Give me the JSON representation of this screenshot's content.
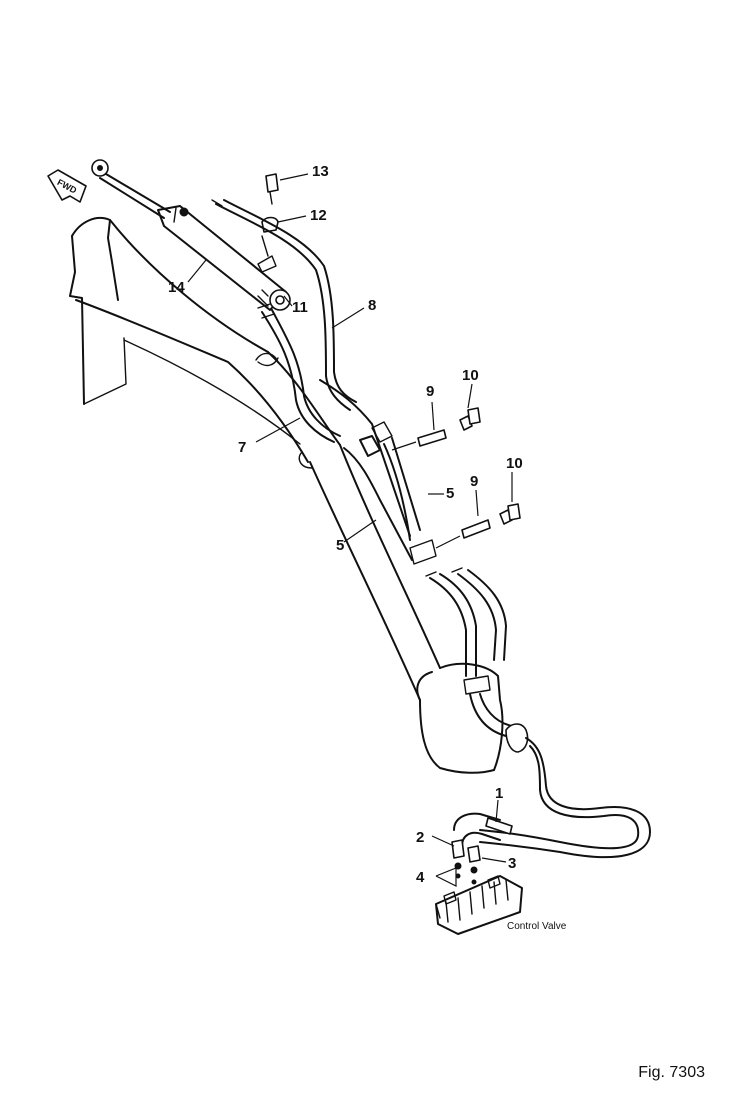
{
  "direction_marker": {
    "text": "FWD",
    "icon": "fwd-arrow-icon"
  },
  "callouts": {
    "c1": "1",
    "c2": "2",
    "c3": "3",
    "c4": "4",
    "c5a": "5",
    "c5b": "5",
    "c7": "7",
    "c8": "8",
    "c9a": "9",
    "c9b": "9",
    "c10a": "10",
    "c10b": "10",
    "c11": "11",
    "c12": "12",
    "c13": "13",
    "c14": "14"
  },
  "control_valve_label": "Control Valve",
  "figure_label": "Fig. 7303"
}
